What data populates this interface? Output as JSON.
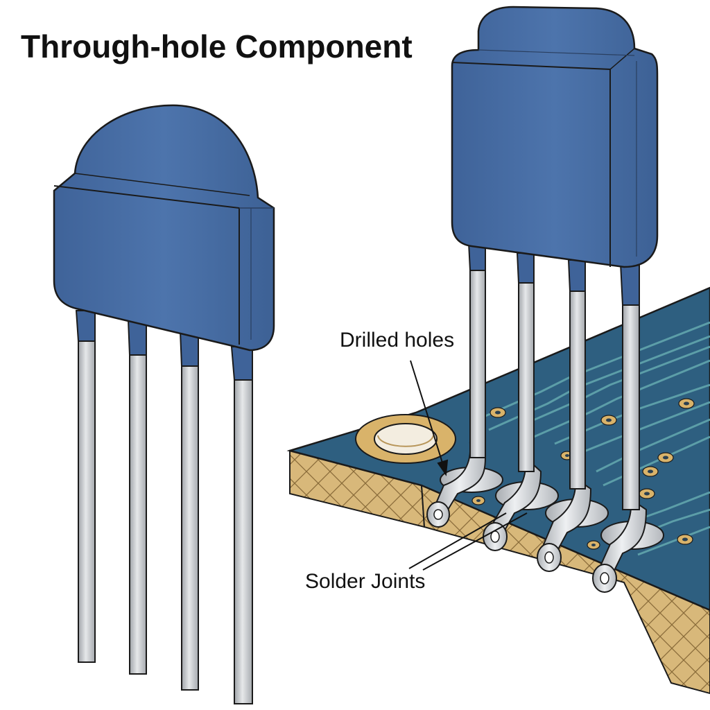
{
  "title": "Through-hole Component",
  "labels": {
    "drilled_holes": "Drilled holes",
    "solder_joints": "Solder Joints"
  },
  "colors": {
    "component_body": "#4a6fa5",
    "component_shade": "#3a5b8c",
    "pcb_solder_mask": "#2e5f80",
    "pcb_trace": "#4c8c98",
    "pcb_core": "#d8b87a",
    "pad_copper": "#d9b36a",
    "lead_metal": "#c9ccd0",
    "solder": "#d6d9dd",
    "outline": "#1a1a1a"
  }
}
